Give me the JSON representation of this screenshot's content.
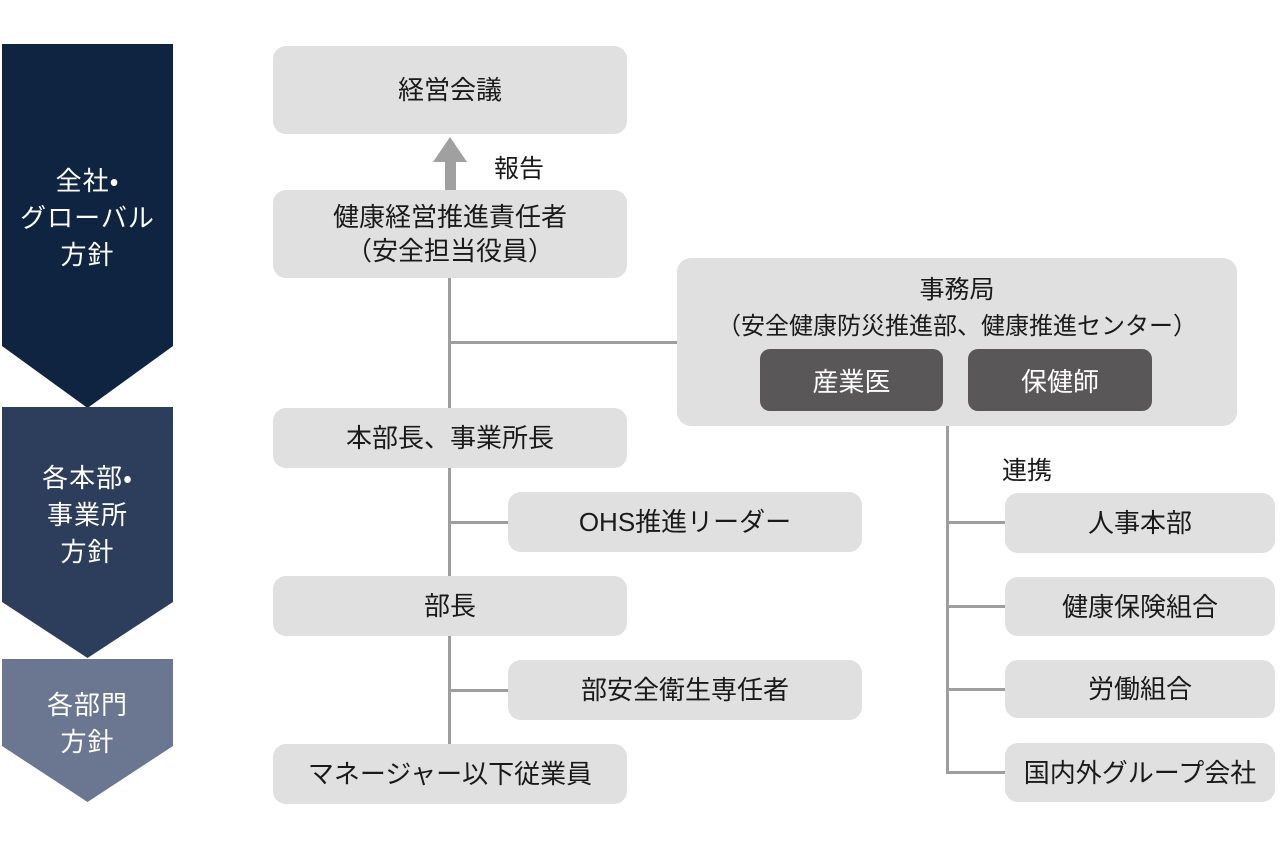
{
  "diagram": {
    "left_ribbons": [
      {
        "id": "global",
        "label": "全社・\nグローバル\n方針",
        "color": "#0f2440"
      },
      {
        "id": "division",
        "label": "各本部・\n事業所\n方針",
        "color": "#2c3e5b"
      },
      {
        "id": "department",
        "label": "各部門\n方針",
        "color": "#6b7690"
      }
    ],
    "center_chain": {
      "management_meeting": "経営会議",
      "promotion_officer": "健康経営推進責任者\n（安全担当役員）",
      "division_office_heads": "本部長、事業所長",
      "ohs_leader": "OHS推進リーダー",
      "department_head": "部長",
      "dept_safety_officer": "部安全衛生専任者",
      "employees": "マネージャー以下従業員"
    },
    "secretariat": {
      "title": "事務局",
      "subtitle": "（安全健康防災推進部、健康推進センター）",
      "members": [
        {
          "id": "industrial_physician",
          "label": "産業医"
        },
        {
          "id": "public_health_nurse",
          "label": "保健師"
        }
      ]
    },
    "cooperation_partners": [
      {
        "id": "hr",
        "label": "人事本部"
      },
      {
        "id": "health_insurance",
        "label": "健康保険組合"
      },
      {
        "id": "labor_union",
        "label": "労働組合"
      },
      {
        "id": "group_companies",
        "label": "国内外グループ会社"
      }
    ],
    "labels": {
      "report": "報告",
      "cooperation": "連携"
    }
  },
  "colors": {
    "background": "#ffffff",
    "node_box": "#e0e0e0",
    "dark_box": "#595757",
    "connector": "#9e9e9e",
    "arrow": "#a0a0a0",
    "ribbon_global": "#0f2440",
    "ribbon_division": "#2c3e5b",
    "ribbon_department": "#6b7690",
    "text": "#1a1a1a",
    "ribbon_text": "#ffffff"
  }
}
